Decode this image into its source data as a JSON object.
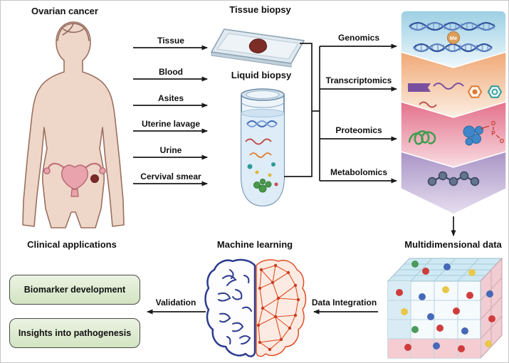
{
  "headings": {
    "ovarian_cancer": "Ovarian cancer",
    "tissue_biopsy": "Tissue biopsy",
    "liquid_biopsy": "Liquid biopsy",
    "multidimensional_data": "Multidimensional data",
    "machine_learning": "Machine learning",
    "clinical_applications": "Clinical applications"
  },
  "samples": [
    "Tissue",
    "Blood",
    "Asites",
    "Uterine lavage",
    "Urine",
    "Cervival smear"
  ],
  "omics": [
    "Genomics",
    "Transcriptomics",
    "Proteomics",
    "Metabolomics"
  ],
  "flow_labels": {
    "data_integration": "Data Integration",
    "validation": "Validation"
  },
  "clinical_boxes": [
    "Biomarker development",
    "Insights into pathogenesis"
  ],
  "panel_icons": {
    "methylation_badge": "Me",
    "phosphate": {
      "o_top": "O",
      "p": "P",
      "o_side": "O"
    }
  },
  "colors": {
    "genomics_band_top": "#9ccfe3",
    "transcriptomics_band_top": "#f0a875",
    "proteomics_band_top": "#e4718a",
    "metabolomics_band_top": "#a994c6",
    "clinical_box_green": "#d2e4c2",
    "brain_left_blue": "#2c3c8e",
    "brain_right_orange": "#df4f28",
    "arrow_black": "#1a1a1a",
    "skin_tone": "#eed7c8"
  }
}
